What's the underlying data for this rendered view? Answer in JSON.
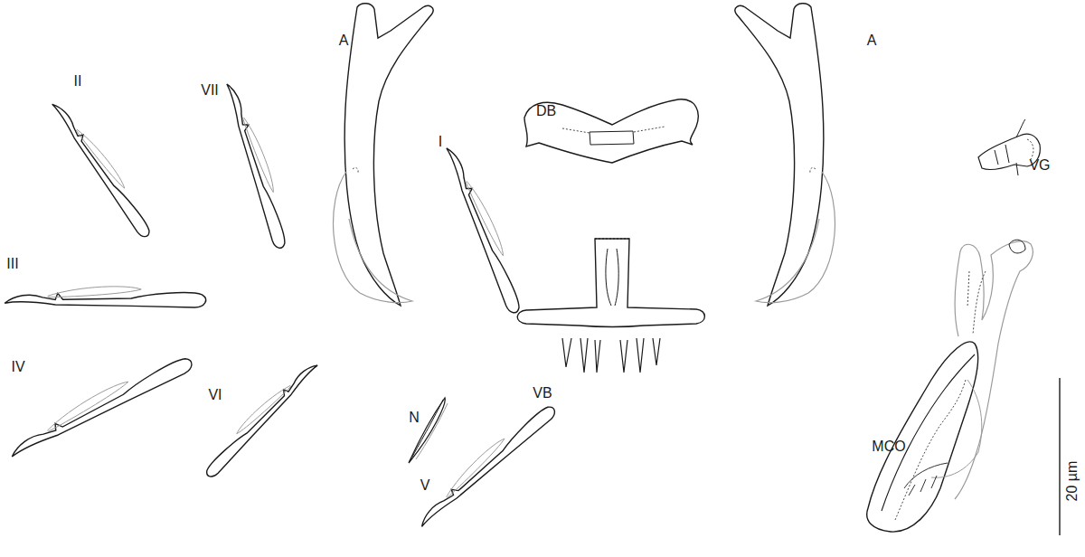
{
  "diagram": {
    "labels": [
      "A",
      "A",
      "II",
      "VII",
      "DB",
      "I",
      "VG",
      "III",
      "IV",
      "VI",
      "VB",
      "N",
      "MCO",
      "V",
      "20 µm"
    ]
  }
}
